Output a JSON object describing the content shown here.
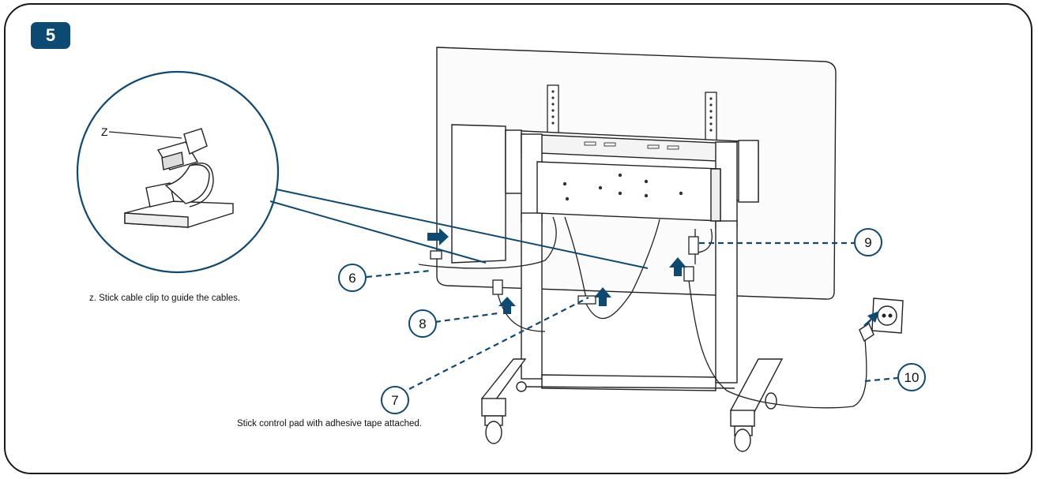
{
  "step": {
    "number": "5"
  },
  "detail": {
    "letter": "Z"
  },
  "captions": {
    "clip": "z. Stick cable clip to guide the cables.",
    "pad": "Stick control pad with adhesive tape attached."
  },
  "callouts": [
    "6",
    "7",
    "8",
    "9",
    "10"
  ],
  "colors": {
    "accent": "#0d4a73",
    "line": "#1a1a1a"
  }
}
